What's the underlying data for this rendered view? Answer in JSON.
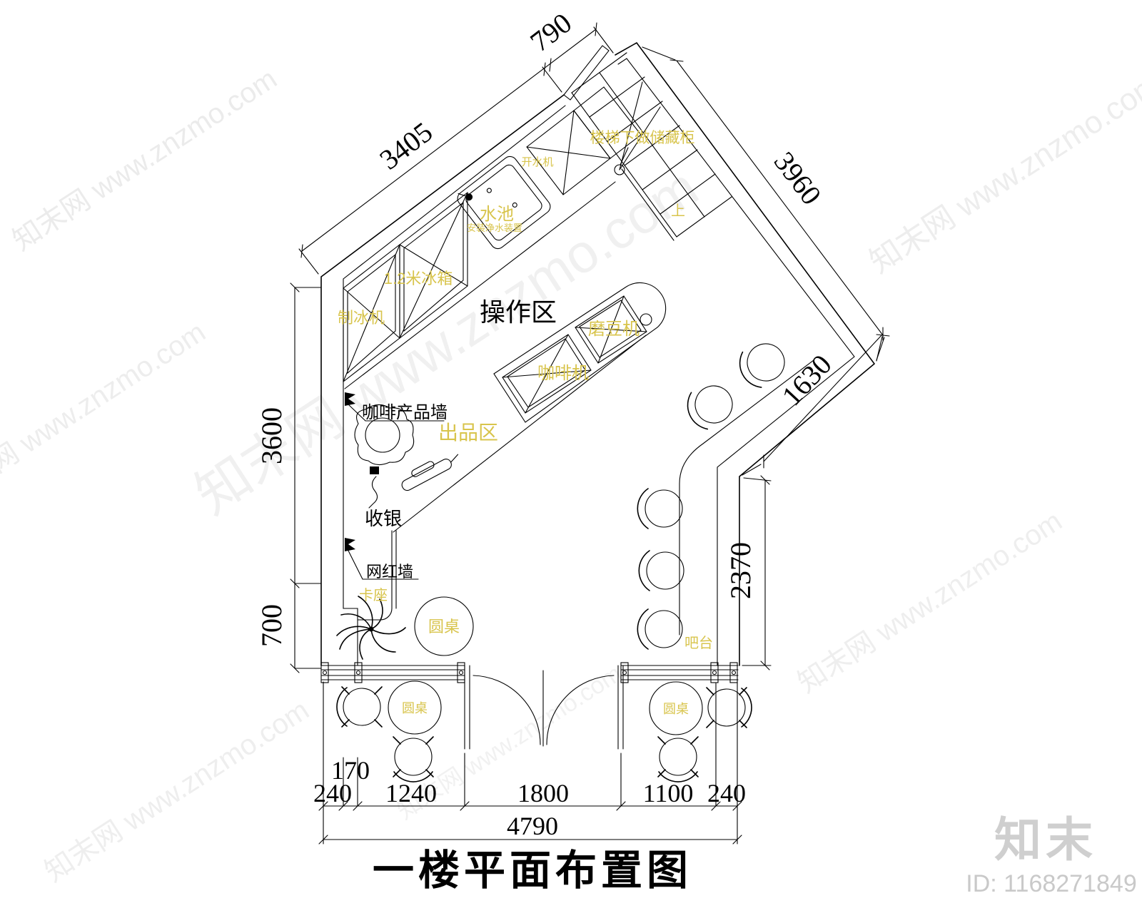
{
  "title": {
    "text": "一楼平面布置图"
  },
  "logo": {
    "brand": "知末",
    "id_text": "ID: 1168271849"
  },
  "watermark": {
    "text": "知末网 www.znzmo.com"
  },
  "colors": {
    "label_yellow": "#d8c44c",
    "label_black": "#000000",
    "line_black": "#000000",
    "watermark_gray": "#8a8a8a",
    "logo_gray": "#cfcfcf"
  },
  "zones": {
    "operation_area": "操作区",
    "serving_area": "出品区",
    "cashier": "收银",
    "coffee_product_wall": "咖啡产品墙",
    "influencer_wall": "网红墙",
    "booth": "卡座",
    "bar": "吧台",
    "round_table": "圆桌",
    "under_stair_storage": "楼梯下做储藏柜",
    "up": "上"
  },
  "equipment": {
    "ice_maker": "制冰机",
    "fridge_1_2m": "1.2米冰箱",
    "sink": "水池",
    "water_purifier_note": "安装净水装置",
    "water_boiler": "开水机",
    "coffee_machine": "咖啡机",
    "bean_grinder": "磨豆机"
  },
  "dimensions": {
    "top_left_wall": "3405",
    "top_opening": "790",
    "top_right_wall": "3960",
    "left_upper": "3600",
    "left_lower": "700",
    "right_diagonal": "1630",
    "right_vertical": "2370",
    "bottom_wall_left": "240",
    "bottom_niche": "170",
    "bottom_window_left": "1240",
    "bottom_door": "1800",
    "bottom_window_right": "1100",
    "bottom_wall_right": "240",
    "bottom_total": "4790"
  }
}
